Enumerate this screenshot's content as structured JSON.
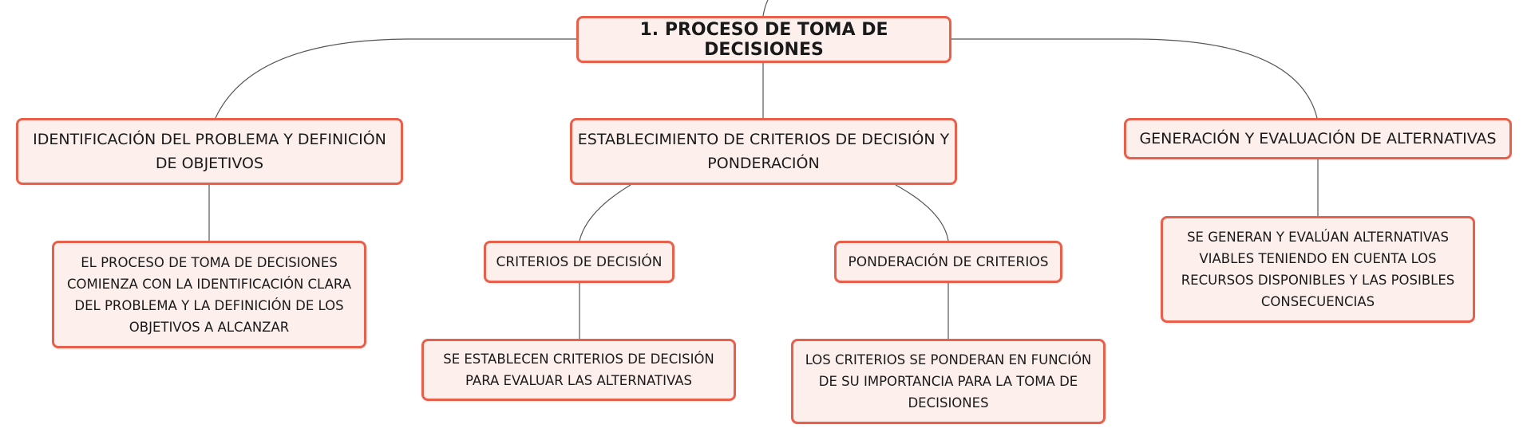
{
  "root": {
    "label": "1. PROCESO DE TOMA DE DECISIONES"
  },
  "branches": [
    {
      "label": "IDENTIFICACIÓN DEL PROBLEMA Y DEFINICIÓN DE OBJETIVOS",
      "detail": "EL PROCESO DE TOMA DE DECISIONES COMIENZA CON LA IDENTIFICACIÓN CLARA DEL PROBLEMA Y LA DEFINICIÓN DE LOS OBJETIVOS A ALCANZAR"
    },
    {
      "label": "ESTABLECIMIENTO DE CRITERIOS DE DECISIÓN Y PONDERACIÓN",
      "children": [
        {
          "label": "CRITERIOS DE DECISIÓN",
          "detail": "SE ESTABLECEN CRITERIOS DE DECISIÓN PARA EVALUAR LAS ALTERNATIVAS"
        },
        {
          "label": "PONDERACIÓN DE CRITERIOS",
          "detail": "LOS CRITERIOS SE PONDERAN EN FUNCIÓN DE SU IMPORTANCIA PARA LA TOMA DE DECISIONES"
        }
      ]
    },
    {
      "label": "GENERACIÓN Y EVALUACIÓN DE ALTERNATIVAS",
      "detail": "SE GENERAN Y EVALÚAN ALTERNATIVAS VIABLES TENIENDO EN CUENTA LOS RECURSOS DISPONIBLES Y LAS POSIBLES CONSECUENCIAS"
    }
  ],
  "colors": {
    "node_border": "#e8604c",
    "node_fill": "#fdf0ec",
    "connector": "#555555"
  }
}
